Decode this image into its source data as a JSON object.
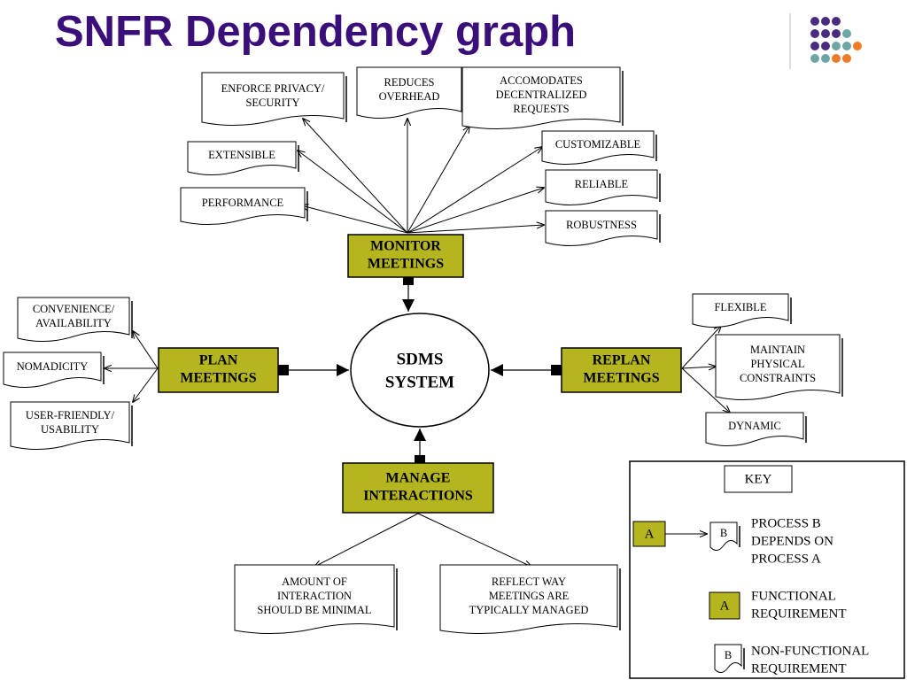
{
  "title": "SNFR Dependency graph",
  "colors": {
    "title": "#3a0f7a",
    "functional_fill": "#b5b51f",
    "logo_purple": "#4b2a82",
    "logo_teal": "#6ea6a6",
    "logo_orange": "#f07a26"
  },
  "core": {
    "line1": "SDMS",
    "line2": "SYSTEM"
  },
  "functional": {
    "monitor": [
      "MONITOR",
      "MEETINGS"
    ],
    "plan": [
      "PLAN",
      "MEETINGS"
    ],
    "replan": [
      "REPLAN",
      "MEETINGS"
    ],
    "manage": [
      "MANAGE",
      "INTERACTIONS"
    ]
  },
  "non_functional": {
    "enforce_privacy": [
      "ENFORCE PRIVACY/",
      "SECURITY"
    ],
    "reduces_overhead": [
      "REDUCES",
      "OVERHEAD"
    ],
    "accomodates": [
      "ACCOMODATES",
      "DECENTRALIZED",
      "REQUESTS"
    ],
    "extensible": [
      "EXTENSIBLE"
    ],
    "customizable": [
      "CUSTOMIZABLE"
    ],
    "performance": [
      "PERFORMANCE"
    ],
    "reliable": [
      "RELIABLE"
    ],
    "robustness": [
      "ROBUSTNESS"
    ],
    "convenience": [
      "CONVENIENCE/",
      "AVAILABILITY"
    ],
    "nomadicity": [
      "NOMADICITY"
    ],
    "user_friendly": [
      "USER-FRIENDLY/",
      "USABILITY"
    ],
    "flexible": [
      "FLEXIBLE"
    ],
    "maintain": [
      "MAINTAIN",
      "PHYSICAL",
      "CONSTRAINTS"
    ],
    "dynamic": [
      "DYNAMIC"
    ],
    "amount": [
      "AMOUNT OF",
      "INTERACTION",
      "SHOULD BE MINIMAL"
    ],
    "reflect": [
      "REFLECT WAY",
      "MEETINGS ARE",
      "TYPICALLY MANAGED"
    ]
  },
  "key": {
    "title": "KEY",
    "box_a": "A",
    "box_b": "B",
    "depends": [
      "PROCESS B",
      "DEPENDS ON",
      "PROCESS A"
    ],
    "functional": [
      "FUNCTIONAL",
      "REQUIREMENT"
    ],
    "non_functional": [
      "NON-FUNCTIONAL",
      "REQUIREMENT"
    ]
  }
}
